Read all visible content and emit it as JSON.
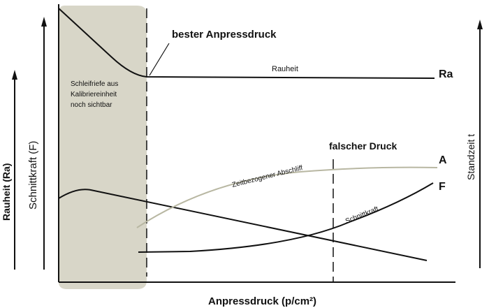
{
  "diagram": {
    "annotations": {
      "grinding_note_line1": "Schleifriefe aus",
      "grinding_note_line2": "Kalibriereinheit",
      "grinding_note_line3": "noch sichtbar",
      "best_pressure": "bester Anpressdruck",
      "wrong_pressure": "falscher Druck"
    },
    "axes": {
      "x_label": "Anpressdruck (p/cm²)",
      "y_label_roughness": "Rauheit  (Ra)",
      "y_label_cutting_force": "Schnittkraft (F)",
      "y_label_tool_life": "Standzeit t"
    },
    "curves": {
      "roughness_label": "Rauheit",
      "roughness_tag": "Ra",
      "abrasion_label": "Zeitbezogener Abschliff",
      "abrasion_tag": "A",
      "cutting_force_label": "Schnittkraft",
      "cutting_force_tag": "F"
    },
    "colors": {
      "shaded_zone": "#d8d6c8",
      "abrasion_curve": "#b8b7a2",
      "lines": "#111111"
    }
  }
}
